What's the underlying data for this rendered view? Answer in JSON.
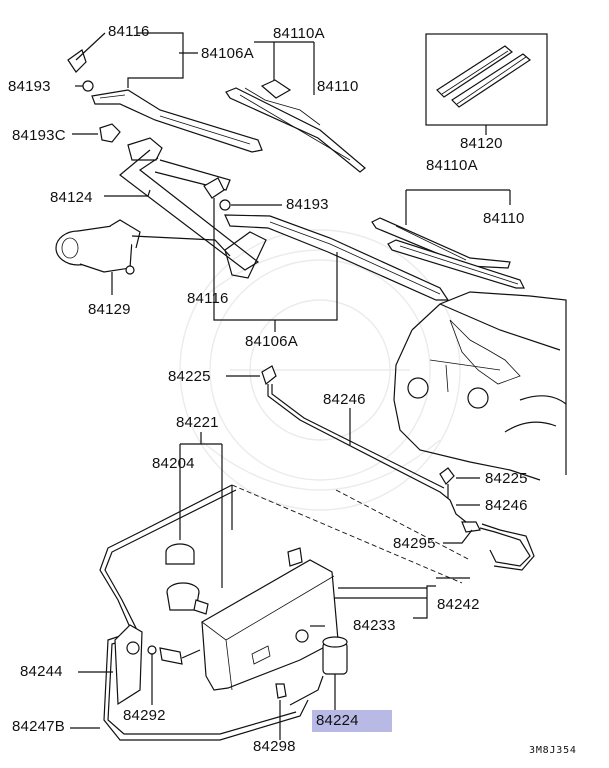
{
  "labels": {
    "l84116a": "84116",
    "l84106Aa": "84106A",
    "l84193a": "84193",
    "l84193C": "84193C",
    "l84124": "84124",
    "l84129": "84129",
    "l84116b": "84116",
    "l84106Ab": "84106A",
    "l84110Aa": "84110A",
    "l84110a": "84110",
    "l84120": "84120",
    "l84110Ab": "84110A",
    "l84110b": "84110",
    "l84193b": "84193",
    "l84225a": "84225",
    "l84246a": "84246",
    "l84221": "84221",
    "l84204": "84204",
    "l84225b": "84225",
    "l84246b": "84246",
    "l84295": "84295",
    "l84242": "84242",
    "l84233": "84233",
    "l84244": "84244",
    "l84292": "84292",
    "l84247B": "84247B",
    "l84298": "84298",
    "l84224": "84224"
  },
  "diagram_code": "3M8J354",
  "highlight_color": "#b9b9e6"
}
